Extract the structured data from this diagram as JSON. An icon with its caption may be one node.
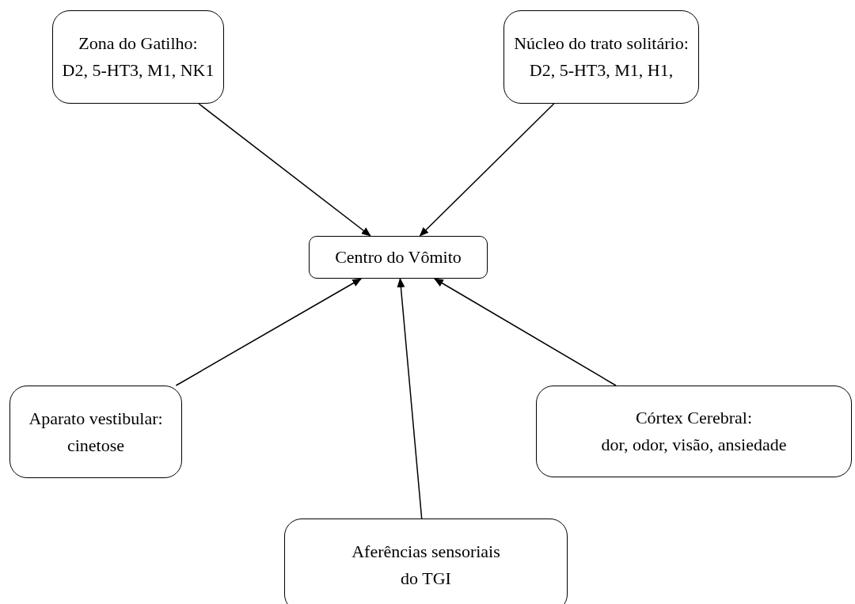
{
  "diagram": {
    "nodes": [
      {
        "text": [
          "Zona do Gatilho:",
          "D2, 5-HT3, M1, NK1"
        ]
      },
      {
        "text": [
          "Núcleo do trato solitário:",
          "D2, 5-HT3, M1, H1,"
        ]
      },
      {
        "text": [
          "Centro do Vômito"
        ]
      },
      {
        "text": [
          "Aparato vestibular:",
          "cinetose"
        ]
      },
      {
        "text": [
          "Córtex Cerebral:",
          "dor, odor, visão, ansiedade"
        ]
      },
      {
        "text": [
          "Aferências sensoriais",
          "do TGI"
        ]
      }
    ],
    "edges": [
      {
        "from": 0,
        "to": 2,
        "arrow": "to"
      },
      {
        "from": 1,
        "to": 2,
        "arrow": "to"
      },
      {
        "from": 3,
        "to": 2,
        "arrow": "to"
      },
      {
        "from": 5,
        "to": 2,
        "arrow": "to"
      },
      {
        "from": 4,
        "to": 2,
        "arrow": "to"
      }
    ]
  }
}
